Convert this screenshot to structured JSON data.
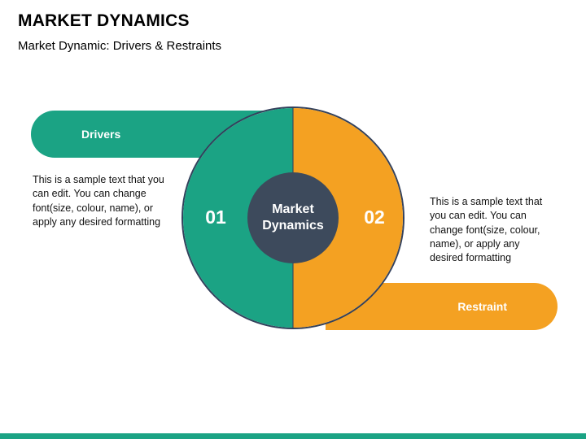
{
  "slide": {
    "title": "MARKET DYNAMICS",
    "subtitle": "Market Dynamic: Drivers & Restraints"
  },
  "diagram": {
    "center_label": "Market Dynamics",
    "left": {
      "number": "01",
      "banner_label": "Drivers",
      "description": "This is a sample text that you can edit. You can change font(size, colour, name), or apply any desired formatting"
    },
    "right": {
      "number": "02",
      "banner_label": "Restraint",
      "description": "This is a sample text that you can edit. You can change font(size, colour, name), or apply any desired formatting"
    }
  },
  "colors": {
    "teal": "#1BA384",
    "orange": "#F4A122",
    "center_circle": "#3D4A5C",
    "circle_outline": "#33415C",
    "accent_bar": "#1BA384"
  }
}
